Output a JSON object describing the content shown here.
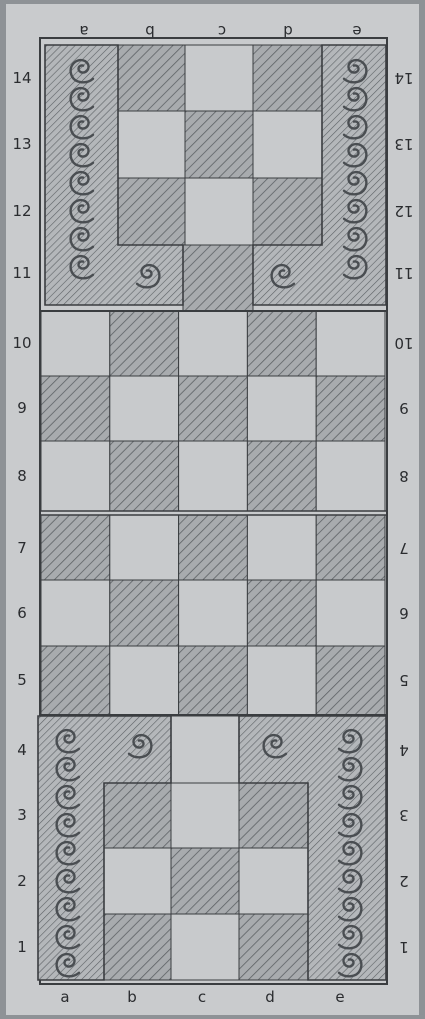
{
  "board": {
    "files_bottom": [
      "a",
      "b",
      "c",
      "d",
      "e"
    ],
    "files_top": [
      "a",
      "b",
      "c",
      "d",
      "e"
    ],
    "ranks": [
      "1",
      "2",
      "3",
      "4",
      "5",
      "6",
      "7",
      "8",
      "9",
      "10",
      "11",
      "12",
      "13",
      "14"
    ],
    "colors": {
      "paper": "#c9cbcd",
      "background": "#8e9296",
      "light_square": "#c8cacc",
      "dark_square": "#a8abae",
      "hatch": "#5d6165",
      "line": "#3a3d40",
      "ornament": "#4a4e52"
    }
  }
}
